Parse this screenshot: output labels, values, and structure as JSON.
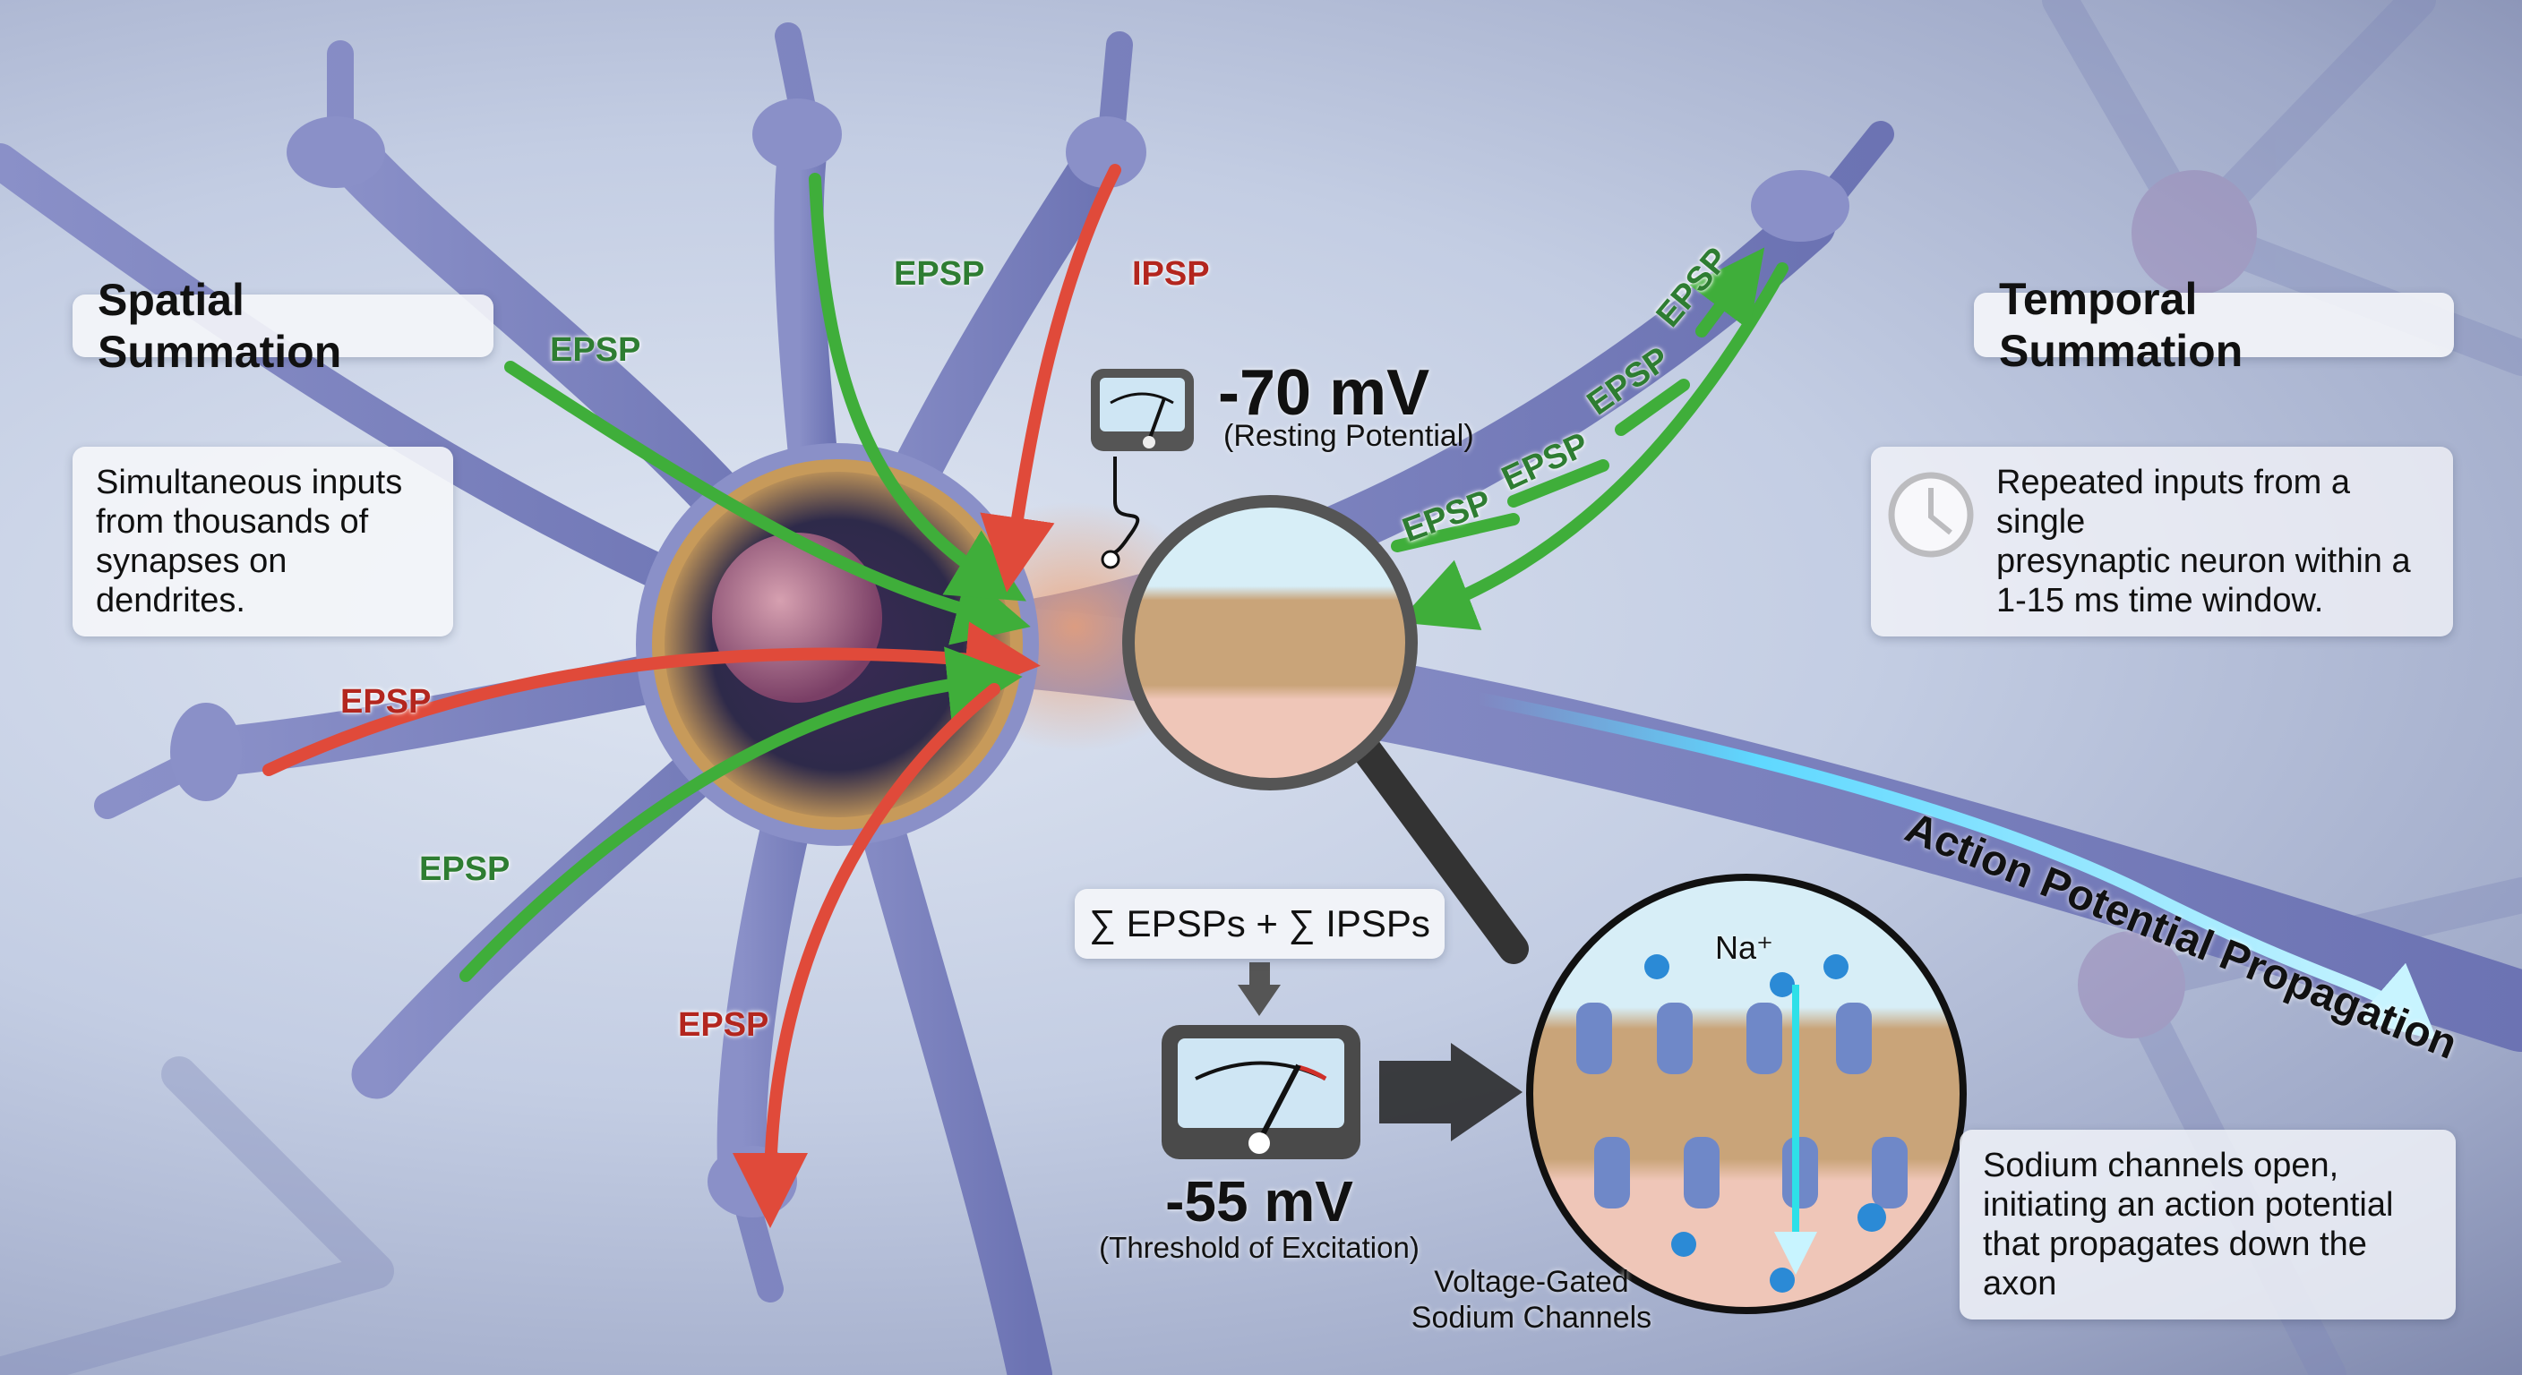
{
  "spatial": {
    "title": "Spatial Summation",
    "description": [
      "Simultaneous inputs",
      "from thousands of",
      "synapses on dendrites."
    ]
  },
  "temporal": {
    "title": "Temporal Summation",
    "description": [
      "Repeated inputs from a single",
      "presynaptic neuron within a",
      "1-15 ms time window."
    ],
    "icon": "clock-icon"
  },
  "resting": {
    "value": "-70 mV",
    "label": "(Resting Potential)"
  },
  "threshold": {
    "value": "-55 mV",
    "label": "(Threshold of Excitation)"
  },
  "sum_formula": "∑ EPSPs + ∑ IPSPs",
  "inputs": {
    "epsp": "EPSP",
    "ipsp": "IPSP"
  },
  "axon_label": "Action Potential Propagation",
  "ion_label": "Na⁺",
  "ion_small": "Na⁺",
  "channel_label": [
    "Voltage-Gated",
    "Sodium Channels"
  ],
  "sodium_note": [
    "Sodium channels open,",
    "initiating an action potential",
    "that propagates down the axon"
  ],
  "colors": {
    "excitatory": "#3fae3a",
    "inhibitory": "#e04a3a",
    "axon_glow": "#5fd8ff"
  }
}
